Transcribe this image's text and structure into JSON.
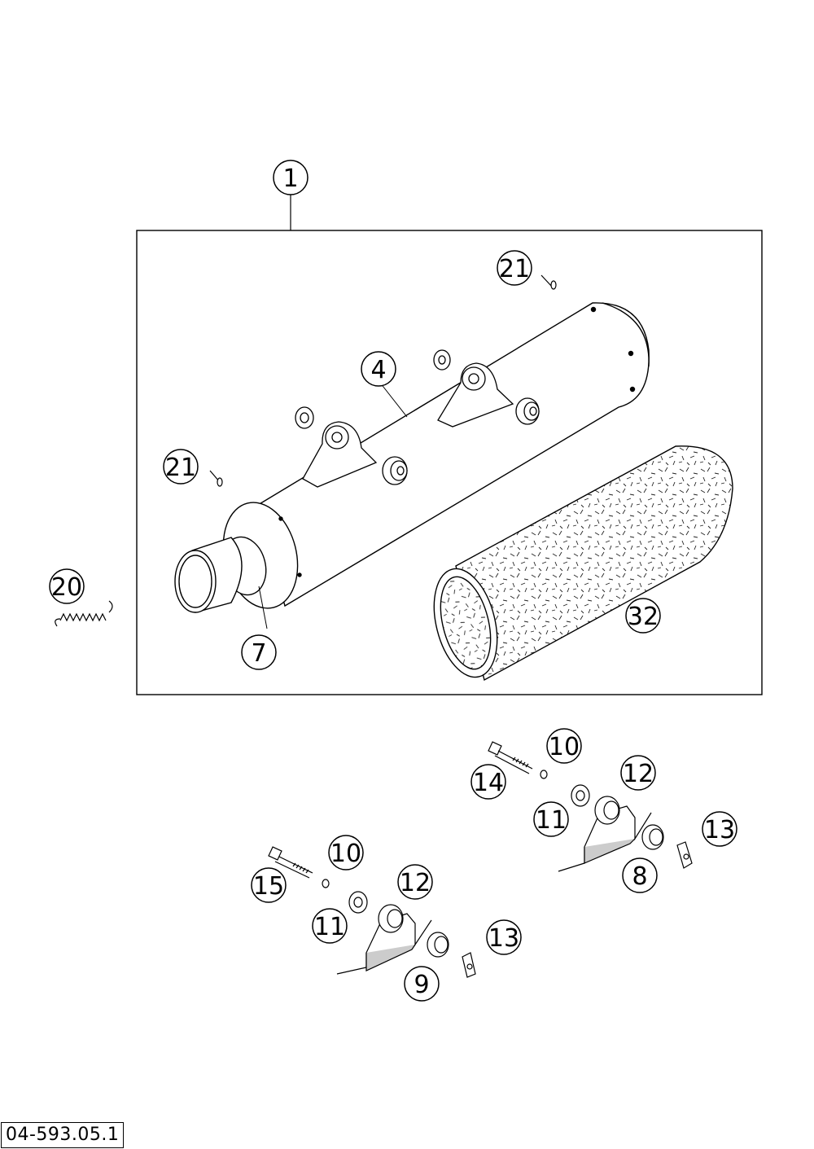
{
  "callouts": {
    "c1": "1",
    "c4": "4",
    "c7": "7",
    "c8": "8",
    "c9": "9",
    "c10_upper": "10",
    "c10_lower": "10",
    "c11_upper": "11",
    "c11_lower": "11",
    "c12_upper": "12",
    "c12_lower": "12",
    "c13_upper": "13",
    "c13_lower": "13",
    "c14": "14",
    "c15": "15",
    "c20": "20",
    "c21_upper": "21",
    "c21_lower": "21",
    "c32": "32"
  },
  "drawing_code": "04-593.05.1"
}
